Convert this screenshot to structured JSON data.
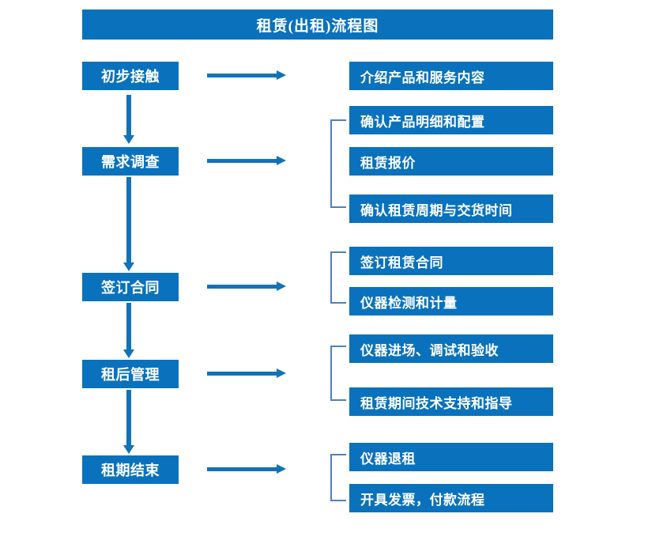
{
  "chart_data": {
    "type": "diagram",
    "title": "租赁(出租)流程图",
    "diagram_kind": "flowchart",
    "stages": [
      {
        "label": "初步接触",
        "details": [
          "介绍产品和服务内容"
        ],
        "grouped": false
      },
      {
        "label": "需求调查",
        "details": [
          "确认产品明细和配置",
          "租赁报价",
          "确认租赁周期与交货时间"
        ],
        "grouped": true
      },
      {
        "label": "签订合同",
        "details": [
          "签订租赁合同",
          "仪器检测和计量"
        ],
        "grouped": true
      },
      {
        "label": "租后管理",
        "details": [
          "仪器进场、调试和验收",
          "租赁期间技术支持和指导"
        ],
        "grouped": true
      },
      {
        "label": "租期结束",
        "details": [
          "仪器退租",
          "开具发票，付款流程"
        ],
        "grouped": true
      }
    ]
  },
  "header": {
    "title": "租赁(出租)流程图"
  },
  "colors": {
    "box_fill": "#0a72bd",
    "box_text": "#ffffff",
    "arrow": "#1272b8",
    "bracket": "#4f81bd",
    "background": "#ffffff"
  },
  "stages": [
    {
      "label": "初步接触"
    },
    {
      "label": "需求调查"
    },
    {
      "label": "签订合同"
    },
    {
      "label": "租后管理"
    },
    {
      "label": "租期结束"
    }
  ],
  "details": [
    {
      "label": "介绍产品和服务内容"
    },
    {
      "label": "确认产品明细和配置"
    },
    {
      "label": "租赁报价"
    },
    {
      "label": "确认租赁周期与交货时间"
    },
    {
      "label": "签订租赁合同"
    },
    {
      "label": "仪器检测和计量"
    },
    {
      "label": "仪器进场、调试和验收"
    },
    {
      "label": "租赁期间技术支持和指导"
    },
    {
      "label": "仪器退租"
    },
    {
      "label": "开具发票，付款流程"
    }
  ]
}
